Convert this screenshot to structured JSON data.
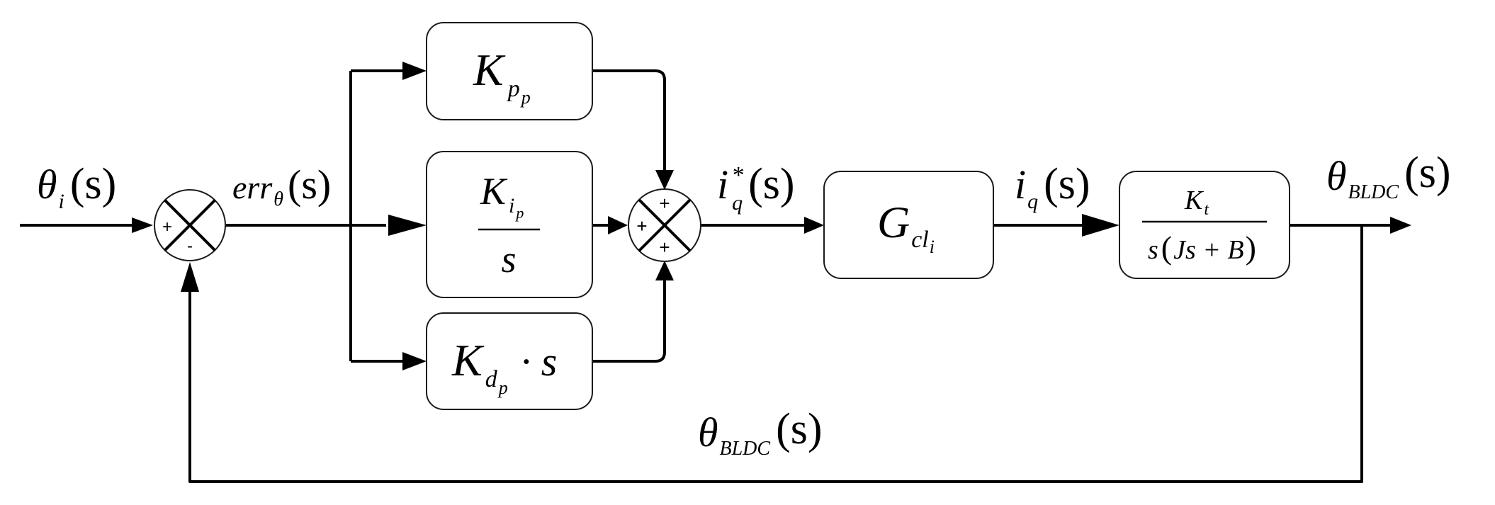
{
  "signals": {
    "input": {
      "sym": "θ",
      "sub": "i",
      "arg": "(s)"
    },
    "error": {
      "sym": "err",
      "sub": "θ",
      "arg": "(s)"
    },
    "iq_ref": {
      "sym": "i",
      "sup": "*",
      "sub": "q",
      "arg": "(s)"
    },
    "iq": {
      "sym": "i",
      "sub": "q",
      "arg": "(s)"
    },
    "output": {
      "sym": "θ",
      "sub": "BLDC",
      "arg": "(s)"
    },
    "feedback": {
      "sym": "θ",
      "sub": "BLDC",
      "arg": "(s)"
    }
  },
  "blocks": {
    "kp": {
      "sym": "K",
      "sub": "p",
      "subsub": "p"
    },
    "ki": {
      "num_sym": "K",
      "num_sub": "i",
      "num_subsub": "p",
      "den": "s"
    },
    "kd": {
      "sym": "K",
      "sub": "d",
      "subsub": "p",
      "tail": "· s"
    },
    "gcl": {
      "sym": "G",
      "sub": "cl",
      "subsub": "i"
    },
    "plant": {
      "num_sym": "K",
      "num_sub": "t",
      "den_a": "s",
      "den_open": "(",
      "den_b": "Js + B",
      "den_close": ")"
    }
  },
  "summers": {
    "error_sum": {
      "left_sign": "+",
      "bottom_sign": "-"
    },
    "pid_sum": {
      "top_sign": "+",
      "left_sign": "+",
      "bottom_sign": "+"
    }
  }
}
